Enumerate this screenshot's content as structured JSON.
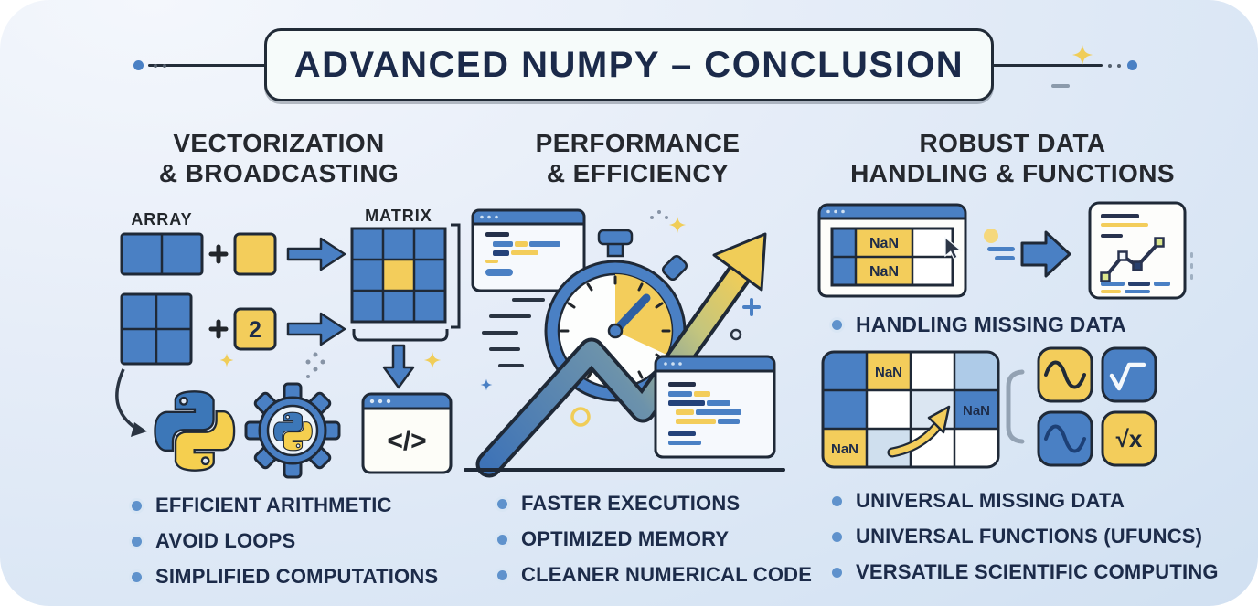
{
  "title": {
    "text": "ADVANCED NUMPY – CONCLUSION"
  },
  "columns": [
    {
      "heading": [
        "VECTORIZATION",
        "& BROADCASTING"
      ],
      "array_label": "ARRAY",
      "matrix_label": "MATRIX",
      "scalar_value": "2",
      "code_glyph": "</>",
      "bullets": [
        "EFFICIENT ARITHMETIC",
        "AVOID LOOPS",
        "SIMPLIFIED COMPUTATIONS"
      ]
    },
    {
      "heading": [
        "PERFORMANCE",
        "& EFFICIENCY"
      ],
      "bullets": [
        "FASTER EXECUTIONS",
        "OPTIMIZED MEMORY",
        "CLEANER NUMERICAL CODE"
      ]
    },
    {
      "heading": [
        "ROBUST DATA",
        "HANDLING & FUNCTIONS"
      ],
      "nan_label": "NaN",
      "sqrt_x_glyph": "√x",
      "mid_bullet": "HANDLING MISSING DATA",
      "bullets": [
        "UNIVERSAL MISSING DATA",
        "UNIVERSAL FUNCTIONS (UFUNCS)",
        "VERSATILE SCIENTIFIC COMPUTING"
      ]
    }
  ],
  "colors": {
    "navy": "#1c2b4a",
    "heading_text": "#25282e",
    "blue": "#4a80c4",
    "blue_dark": "#2d5fa3",
    "yellow": "#f3cd5b",
    "outline": "#1f2937",
    "bullet_dot": "#5f92cc"
  }
}
